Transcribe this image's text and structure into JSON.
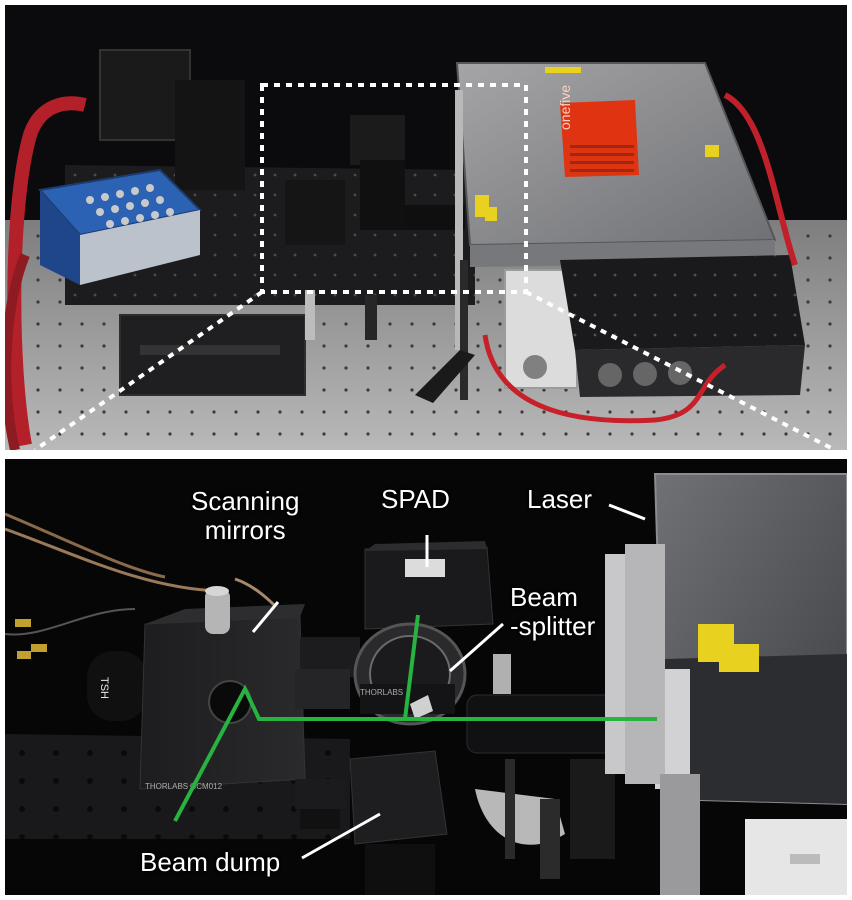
{
  "images": {
    "overview": {
      "description_name": "setup-overview-photo",
      "device_logo_text": "onefive"
    },
    "closeup": {
      "description_name": "optics-closeup-photo",
      "labels": {
        "scanning_mirrors_line1": "Scanning",
        "scanning_mirrors_line2": "mirrors",
        "spad": "SPAD",
        "laser": "Laser",
        "beam_splitter_line1": "Beam",
        "beam_splitter_line2": "-splitter",
        "beam_dump": "Beam dump"
      },
      "mount_text_1": "THORLABS",
      "mount_text_2": "GCM012"
    }
  },
  "colors": {
    "beam_path": "#27b340",
    "zoom_indicator": "#ffffff",
    "laser_logo": "#e03312",
    "table_surface": "#9a9a9a",
    "background": "#0b0b0d"
  }
}
